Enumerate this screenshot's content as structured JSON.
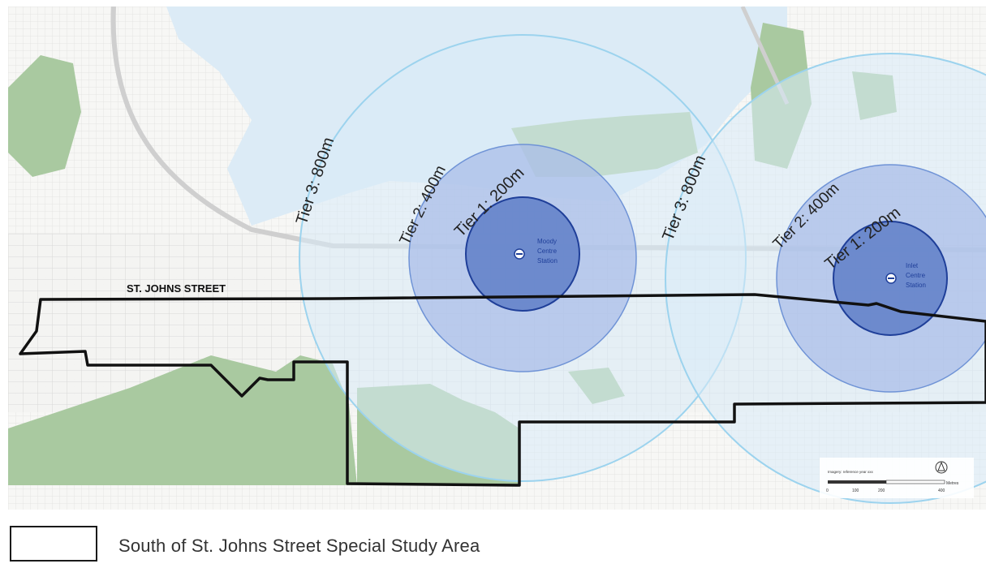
{
  "map": {
    "street_label": "ST. JOHNS STREET",
    "moody_station": {
      "name_lines": [
        "Moody",
        "Centre",
        "Station"
      ],
      "tier1": "Tier 1: 200m",
      "tier2": "Tier 2: 400m",
      "tier3": "Tier 3: 800m"
    },
    "inlet_station": {
      "name_lines": [
        "Inlet",
        "Centre",
        "Station"
      ],
      "tier1": "Tier 1: 200m",
      "tier2": "Tier 2: 400m",
      "tier3": "Tier 3: 800m"
    },
    "scale_bar": {
      "caption": "Imagery: reference year xxx",
      "unit": "Metres",
      "ticks": [
        "0",
        "100",
        "200",
        "400"
      ]
    },
    "colors": {
      "water": "#dcebf6",
      "park": "#a9c9a0",
      "tier1": "#5f7fc8",
      "tier2": "#a9bde8",
      "tier3": "#d8ebf8",
      "boundary": "#111111"
    }
  },
  "legend": {
    "label": "South of St. Johns Street Special Study Area"
  }
}
